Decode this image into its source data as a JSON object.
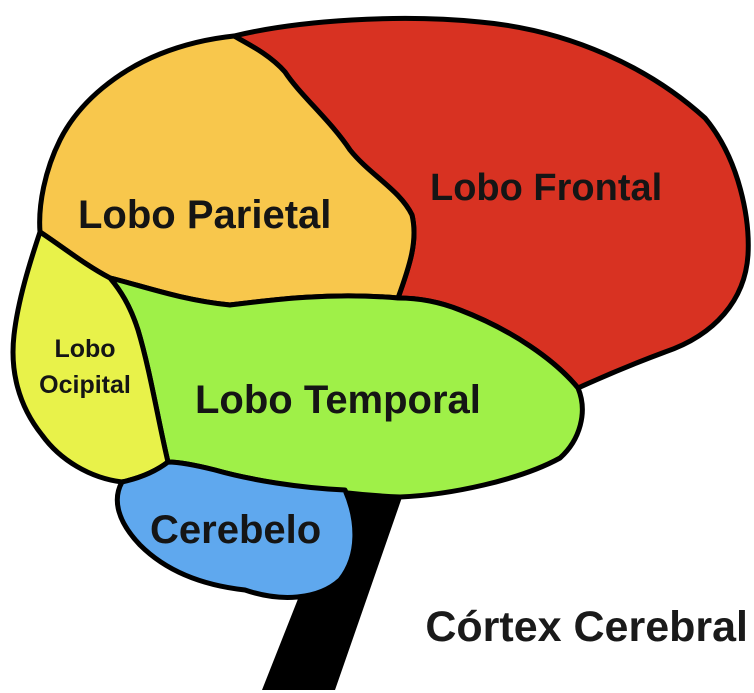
{
  "diagram": {
    "caption": "Córtex Cerebral",
    "regions": {
      "frontal": {
        "label": "Lobo Frontal",
        "color": "#D83222"
      },
      "parietal": {
        "label": "Lobo Parietal",
        "color": "#F8C74C"
      },
      "occipital": {
        "label_line1": "Lobo",
        "label_line2": "Ocipital",
        "color": "#E8F24A"
      },
      "temporal": {
        "label": "Lobo Temporal",
        "color": "#9FF048"
      },
      "cerebellum": {
        "label": "Cerebelo",
        "color": "#5FA8EE"
      }
    },
    "brainstem_color": "#000000"
  }
}
